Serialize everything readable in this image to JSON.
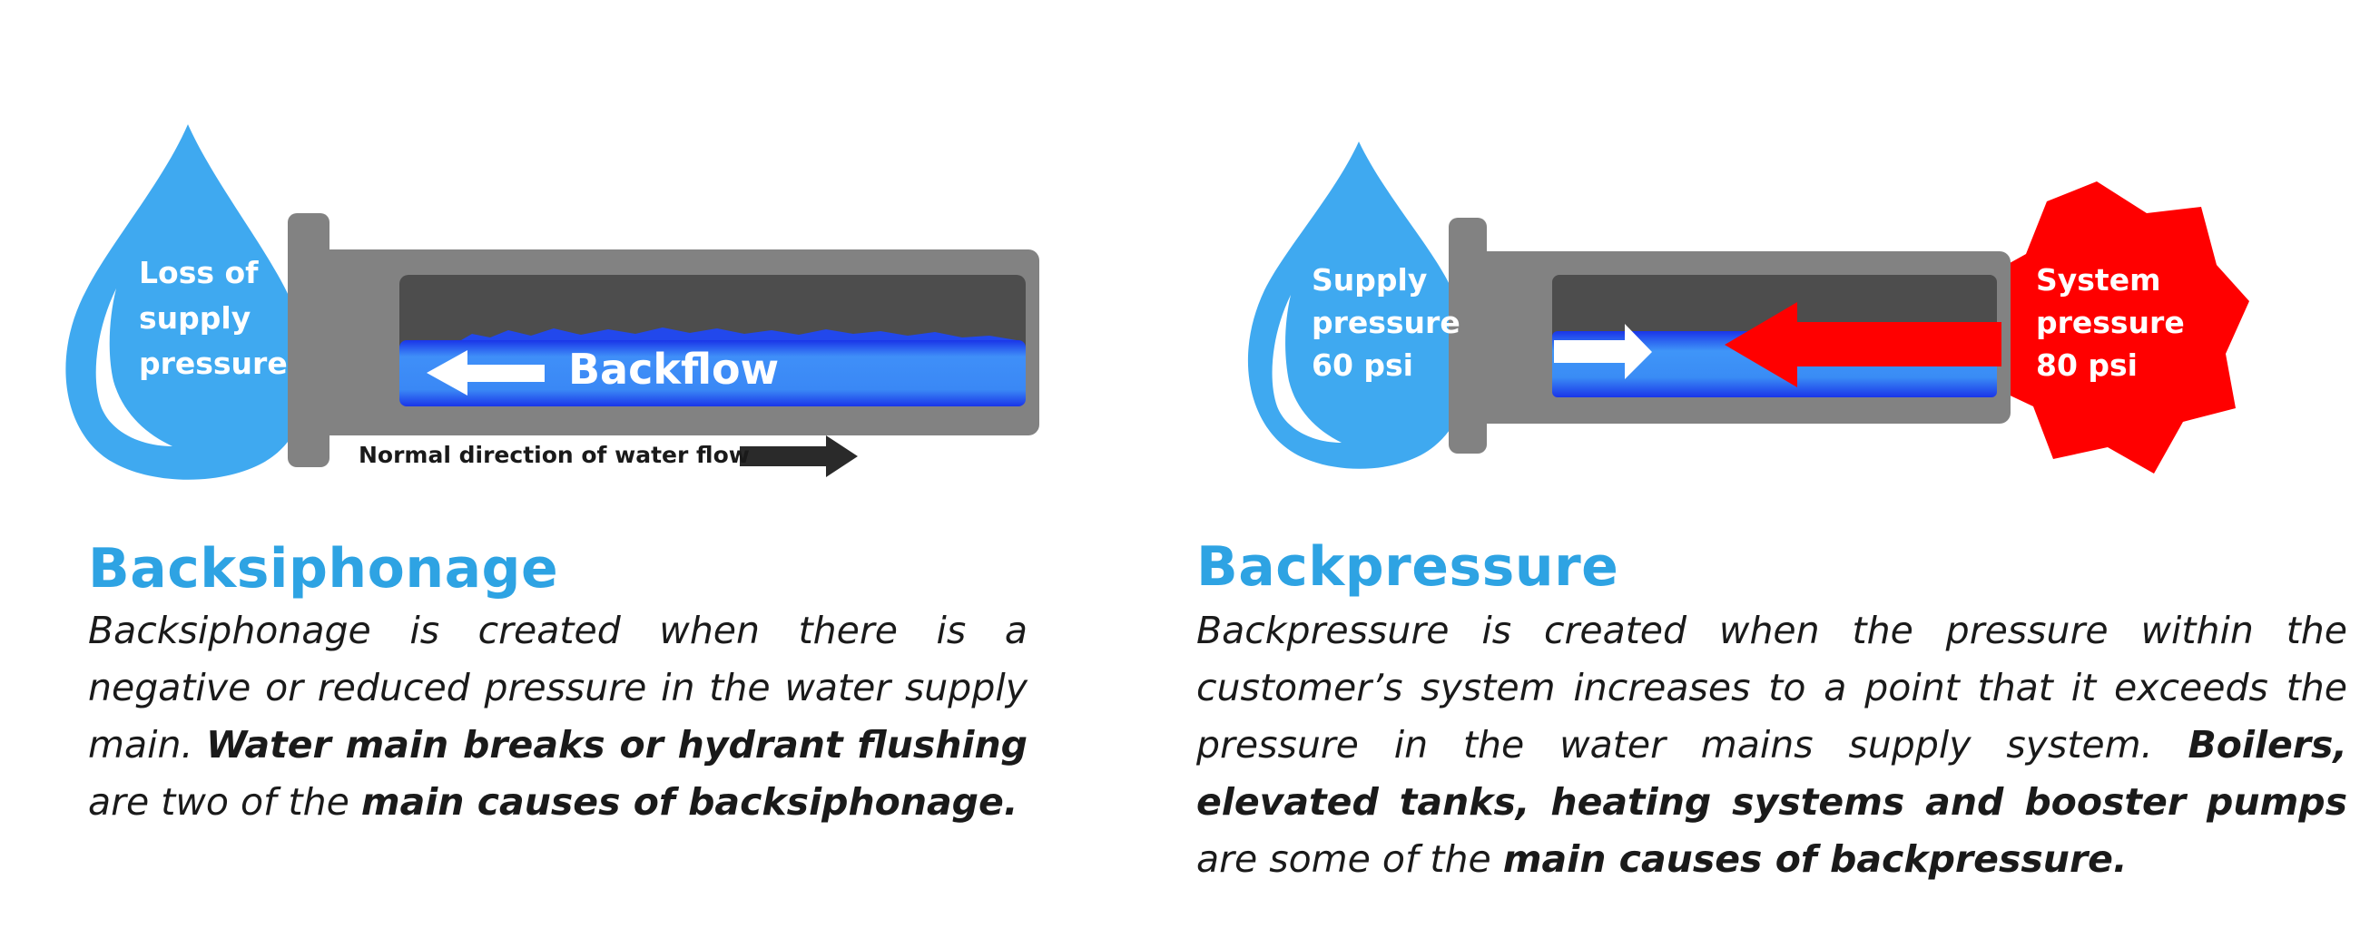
{
  "colors": {
    "drop_blue": "#3fa9f0",
    "pipe_gray": "#828282",
    "pipe_dark": "#4d4d4d",
    "water_blue": "#1e5ef0",
    "pressure_red": "#ff0000",
    "title_blue": "#2ea3e3"
  },
  "backsiphonage": {
    "drop_label": [
      "Loss of",
      "supply",
      "pressure"
    ],
    "flow_label": "Backflow",
    "normal_flow_label": "Normal direction of water flow",
    "title": "Backsiphonage",
    "body": {
      "t1": "Backsiphonage is created when there is a negative or reduced pressure in the water supply main. ",
      "b1": "Water main breaks or hydrant flushing",
      "t2": " are two of the ",
      "b2": "main causes of backsiphonage."
    }
  },
  "backpressure": {
    "drop_label": [
      "Supply",
      "pressure",
      "60 psi"
    ],
    "system_label": [
      "System",
      "pressure",
      "80 psi"
    ],
    "title": "Backpressure",
    "body": {
      "t1": "Backpressure is created when the pressure within the customer’s system increases to a point that it exceeds the pressure in the water mains supply system. ",
      "b1": "Boilers, elevated tanks, heating systems and booster pumps",
      "t2": " are some of the ",
      "b2": "main causes of backpressure."
    }
  }
}
